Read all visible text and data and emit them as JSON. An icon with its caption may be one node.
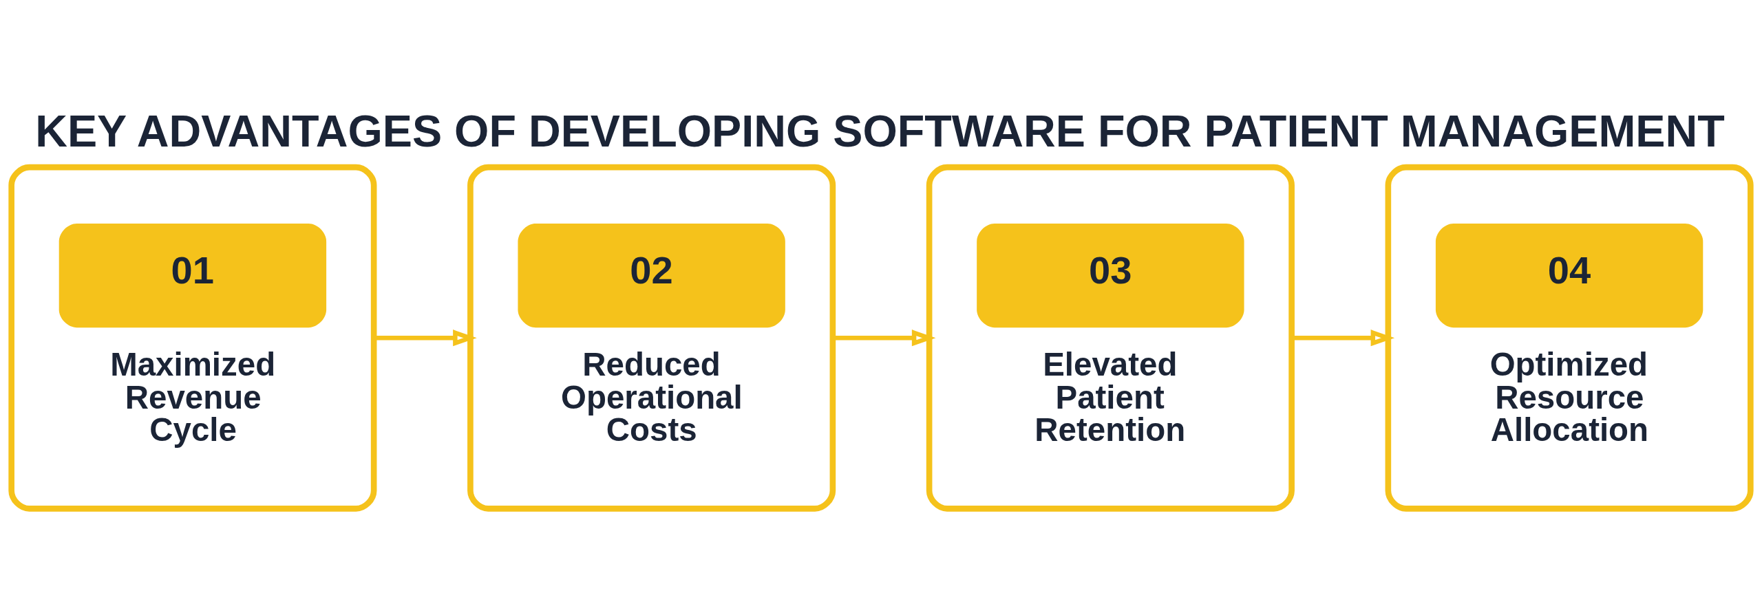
{
  "diagram": {
    "title": "KEY ADVANTAGES OF DEVELOPING SOFTWARE FOR PATIENT MANAGEMENT",
    "nodes": [
      {
        "text": [
          "01",
          "Maximized Revenue Cycle"
        ]
      },
      {
        "text": [
          "02",
          "Reduced Operational Costs"
        ]
      },
      {
        "text": [
          "03",
          "Elevated Patient Retention"
        ]
      },
      {
        "text": [
          "04",
          "Optimized Resource Allocation"
        ]
      }
    ],
    "edges": [
      {
        "from": 0,
        "to": 1,
        "arrow": "to"
      },
      {
        "from": 1,
        "to": 2,
        "arrow": "to"
      },
      {
        "from": 2,
        "to": 3,
        "arrow": "to"
      }
    ]
  }
}
